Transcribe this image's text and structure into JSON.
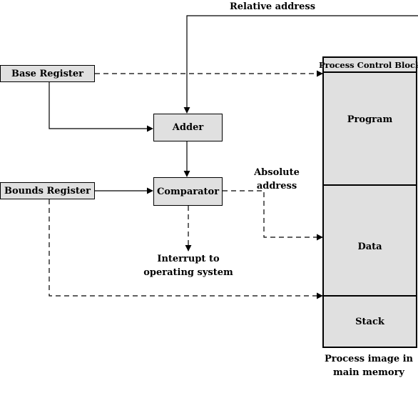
{
  "labels": {
    "relative_address": "Relative address",
    "absolute_address_1": "Absolute",
    "absolute_address_2": "address",
    "interrupt_1": "Interrupt to",
    "interrupt_2": "operating system",
    "process_image_1": "Process image in",
    "process_image_2": "main memory"
  },
  "boxes": {
    "base_register": "Base Register",
    "bounds_register": "Bounds Register",
    "adder": "Adder",
    "comparator": "Comparator"
  },
  "process_image": {
    "header": "Process Control Block",
    "program": "Program",
    "data": "Data",
    "stack": "Stack"
  },
  "colors": {
    "box_fill": "#e0e0e0",
    "line": "#000000"
  }
}
